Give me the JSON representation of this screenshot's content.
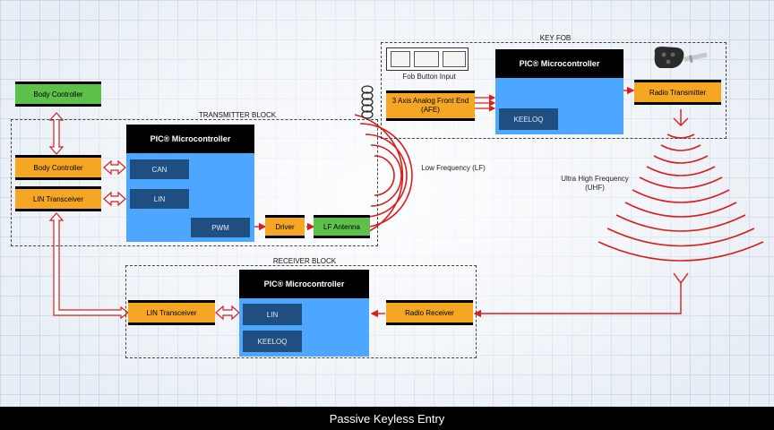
{
  "footer_title": "Passive Keyless Entry",
  "groups": {
    "key_fob": "KEY FOB",
    "transmitter": "TRANSMITTER BLOCK",
    "receiver": "RECEIVER BLOCK"
  },
  "blocks": {
    "body_controller_top": "Body Controller",
    "body_controller": "Body Controller",
    "lin_transceiver_tx": "LIN Transceiver",
    "driver": "Driver",
    "lf_antenna": "LF Antenna",
    "lin_transceiver_rx": "LIN Transceiver",
    "radio_receiver": "Radio Receiver",
    "radio_transmitter": "Radio Transmitter",
    "afe": "3 Axis Analog Front End (AFE)",
    "fob_button_input": "Fob Button Input"
  },
  "mcu_title": "PIC® Microcontroller",
  "tx_mcu": {
    "sub1": "CAN",
    "sub2": "LIN",
    "sub3": "PWM"
  },
  "rx_mcu": {
    "sub1": "LIN",
    "sub2": "KEELOQ"
  },
  "fob_mcu": {
    "sub1": "KEELOQ"
  },
  "labels": {
    "lf": "Low Frequency (LF)",
    "uhf": "Ultra High Frequency (UHF)"
  },
  "colors": {
    "orange_block": "#f5a623",
    "green_block": "#5cc04a",
    "mcu_blue": "#4da6ff",
    "sub_block": "#1f4f80",
    "signal_red": "#d91e1e",
    "footer": "#000000"
  }
}
